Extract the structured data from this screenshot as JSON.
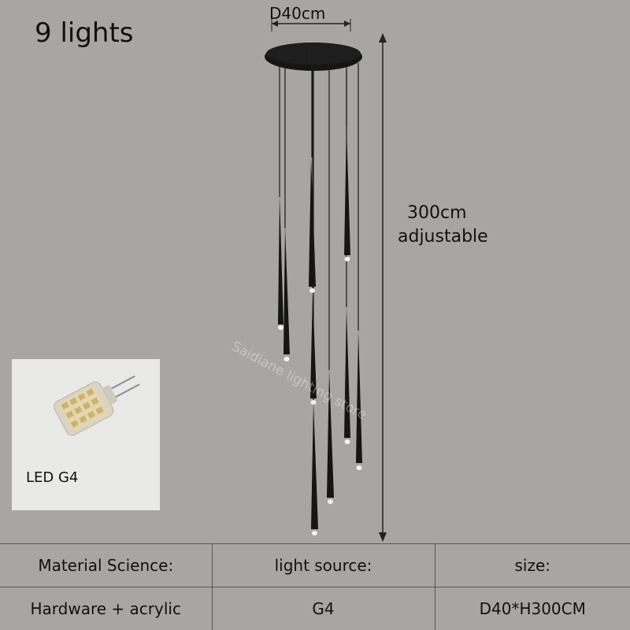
{
  "title": "9 lights",
  "dimensions": {
    "diameter_label": "D40cm",
    "height_line1": "300cm",
    "height_line2": "adjustable"
  },
  "watermark": "Saidiane lighting store",
  "inset": {
    "label": "LED G4"
  },
  "spec_table": {
    "headers": [
      "Material Science:",
      "light source:",
      "size:"
    ],
    "values": [
      "Hardware + acrylic",
      "G4",
      "D40*H300CM"
    ]
  },
  "colors": {
    "background": "#a7a6a4",
    "fixture": "#151515",
    "bulb": "#f4f4f4"
  }
}
